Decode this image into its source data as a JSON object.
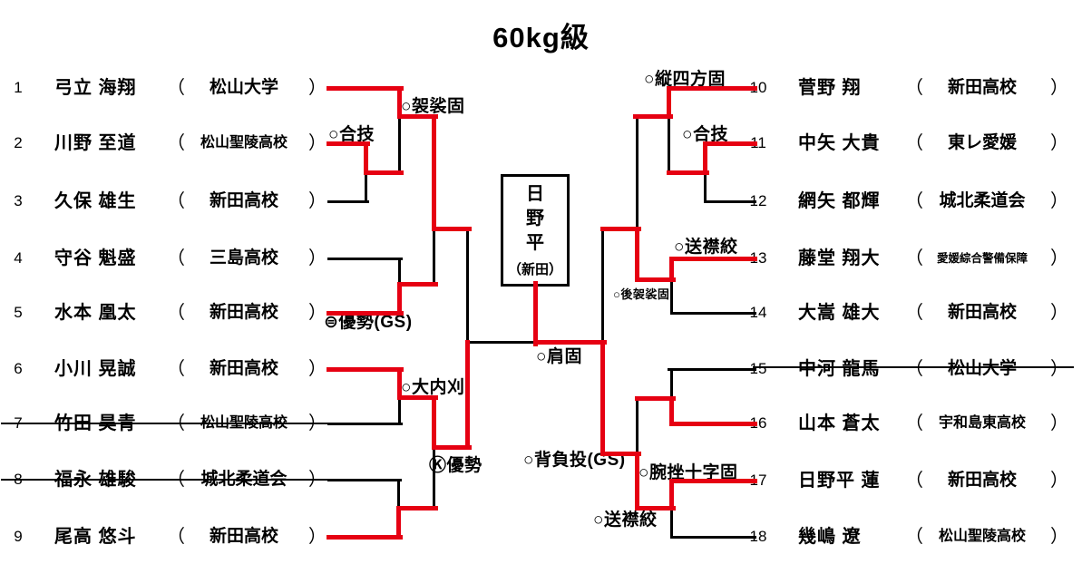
{
  "title": "60kg級",
  "colors": {
    "win_path": "#e60012",
    "line": "#000000"
  },
  "punctuation": {
    "open": "（",
    "close": "）"
  },
  "players": [
    {
      "seed": "1",
      "name": "弓立 海翔",
      "affiliation": "松山大学",
      "withdrawn": false
    },
    {
      "seed": "2",
      "name": "川野 至道",
      "affiliation": "松山聖陵高校",
      "withdrawn": false
    },
    {
      "seed": "3",
      "name": "久保 雄生",
      "affiliation": "新田高校",
      "withdrawn": false
    },
    {
      "seed": "4",
      "name": "守谷 魁盛",
      "affiliation": "三島高校",
      "withdrawn": false
    },
    {
      "seed": "5",
      "name": "水本 凰太",
      "affiliation": "新田高校",
      "withdrawn": false
    },
    {
      "seed": "6",
      "name": "小川 晃誠",
      "affiliation": "新田高校",
      "withdrawn": false
    },
    {
      "seed": "7",
      "name": "竹田 昊青",
      "affiliation": "松山聖陵高校",
      "withdrawn": true
    },
    {
      "seed": "8",
      "name": "福永 雄駿",
      "affiliation": "城北柔道会",
      "withdrawn": true
    },
    {
      "seed": "9",
      "name": "尾高 悠斗",
      "affiliation": "新田高校",
      "withdrawn": false
    },
    {
      "seed": "10",
      "name": "菅野 翔",
      "affiliation": "新田高校",
      "withdrawn": false
    },
    {
      "seed": "11",
      "name": "中矢 大貴",
      "affiliation": "東レ愛媛",
      "withdrawn": false
    },
    {
      "seed": "12",
      "name": "網矢 都輝",
      "affiliation": "城北柔道会",
      "withdrawn": false
    },
    {
      "seed": "13",
      "name": "藤堂 翔大",
      "affiliation": "愛媛綜合警備保障",
      "withdrawn": false
    },
    {
      "seed": "14",
      "name": "大嵩 雄大",
      "affiliation": "新田高校",
      "withdrawn": false
    },
    {
      "seed": "15",
      "name": "中河 龍馬",
      "affiliation": "松山大学",
      "withdrawn": true
    },
    {
      "seed": "16",
      "name": "山本 蒼太",
      "affiliation": "宇和島東高校",
      "withdrawn": false
    },
    {
      "seed": "17",
      "name": "日野平 蓮",
      "affiliation": "新田高校",
      "withdrawn": false
    },
    {
      "seed": "18",
      "name": "幾嶋 遼",
      "affiliation": "松山聖陵高校",
      "withdrawn": false
    }
  ],
  "champion": {
    "name": "日野平",
    "name_chars": [
      "日",
      "野",
      "平"
    ],
    "affiliation": "（新田）"
  },
  "annotations": [
    {
      "text": "○合技"
    },
    {
      "text": "○袈裟固"
    },
    {
      "text": "⊜優勢(GS)"
    },
    {
      "text": "○大内刈"
    },
    {
      "text": "Ⓚ優勢"
    },
    {
      "text": "○縦四方固"
    },
    {
      "text": "○合技"
    },
    {
      "text": "○送襟絞"
    },
    {
      "text": "○後袈裟固"
    },
    {
      "text": "○肩固"
    },
    {
      "text": "○背負投(GS)"
    },
    {
      "text": "○腕挫十字固"
    },
    {
      "text": "○送襟絞"
    }
  ]
}
